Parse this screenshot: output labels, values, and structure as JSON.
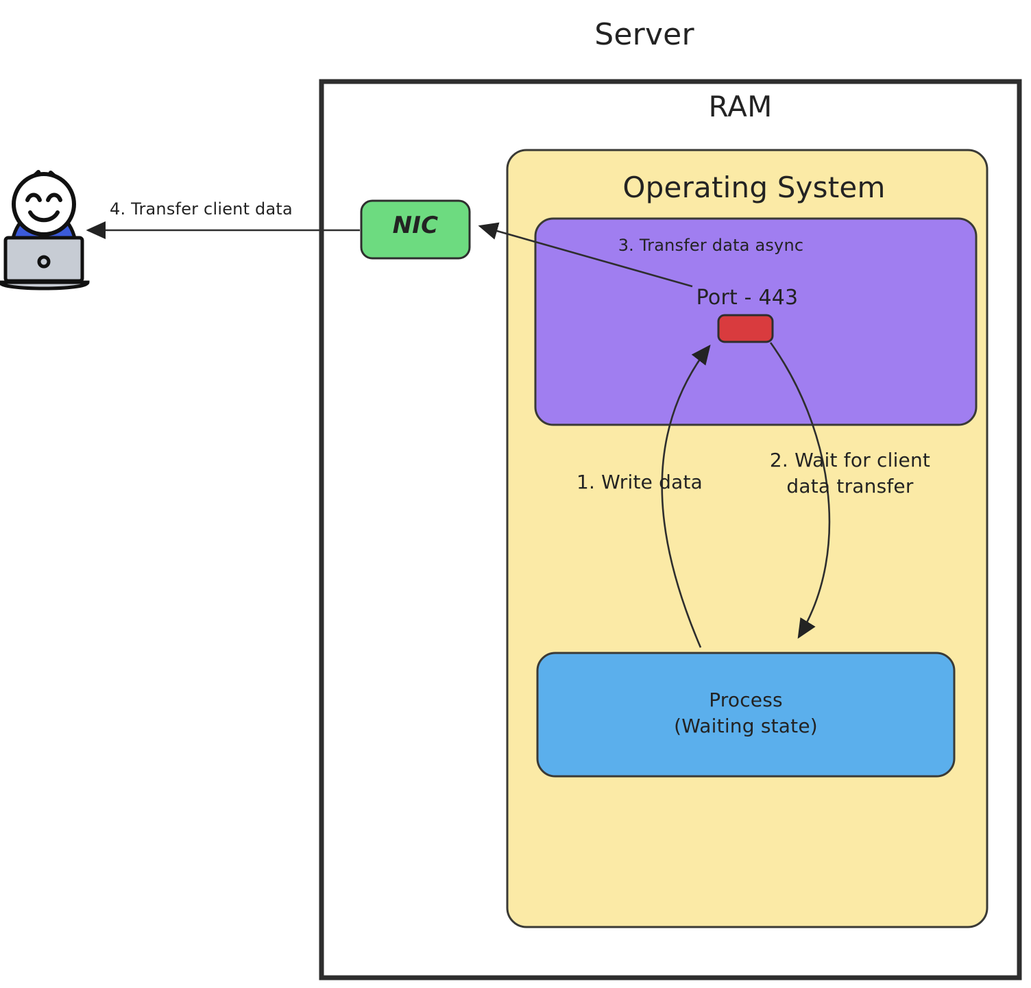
{
  "diagram": {
    "title": "Server",
    "kind": "architecture-diagram",
    "nodes": {
      "server_box": {
        "label": "Server"
      },
      "ram_box": {
        "label": "RAM"
      },
      "os_box": {
        "label": "Operating System",
        "color": "#fbeaa6"
      },
      "kernel_box": {
        "label": "",
        "color": "#a07ef0"
      },
      "port_box": {
        "label": "",
        "color": "#d93b3e"
      },
      "port_label": {
        "label": "Port - 443"
      },
      "process_box": {
        "line1": "Process",
        "line2": "(Waiting state)",
        "color": "#5bafec"
      },
      "nic_box": {
        "label": "NIC",
        "color": "#6ddb80"
      },
      "client": {
        "label": "",
        "shirt_color": "#3b5bdb",
        "laptop_color": "#c7ccd4"
      }
    },
    "edges": {
      "write_data": {
        "label": "1. Write data"
      },
      "wait_for_client": {
        "label_line1": "2. Wait for client",
        "label_line2": "data transfer"
      },
      "transfer_async": {
        "label": "3. Transfer data async"
      },
      "transfer_client_data": {
        "label": "4. Transfer client data"
      }
    },
    "colors": {
      "stroke": "#232323",
      "yellow": "#fbeaa6",
      "purple": "#a07ef0",
      "red": "#d93b3e",
      "blue": "#5bafec",
      "green": "#6ddb80",
      "background": "#ffffff"
    }
  }
}
